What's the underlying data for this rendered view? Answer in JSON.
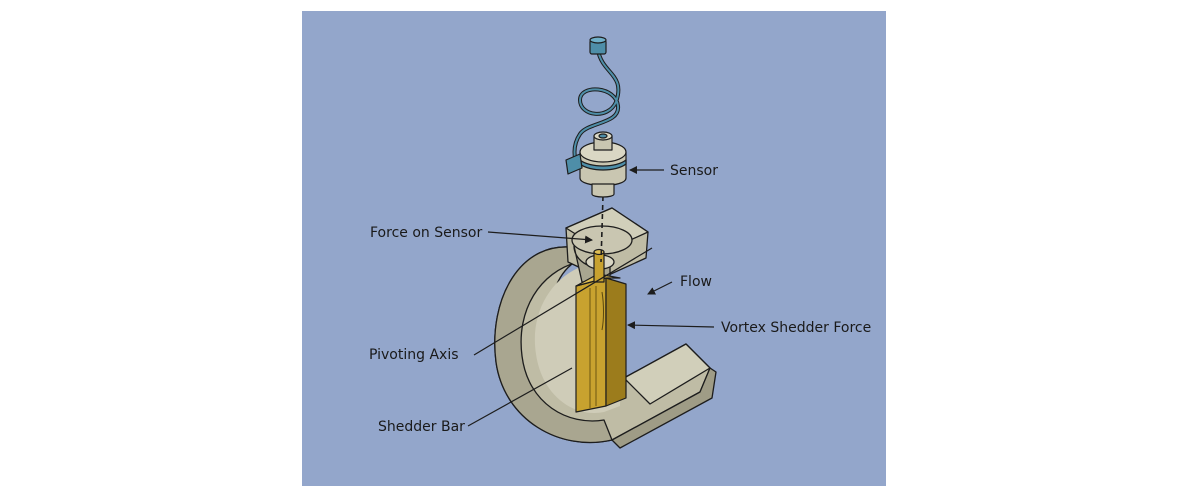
{
  "diagram": {
    "colors": {
      "background": "#93a6cb",
      "body": "#bfbca5",
      "body_dark": "#9f9c86",
      "body_light": "#d1cfba",
      "bar": "#c8a22f",
      "bar_dark": "#9c7c1c",
      "sensor": "#c9c6b1",
      "accent": "#4e8ea8",
      "outline": "#1d1d1d"
    },
    "labels": {
      "sensor": "Sensor",
      "force_on_sensor": "Force on Sensor",
      "flow": "Flow",
      "vortex_shedder_force": "Vortex Shedder Force",
      "pivoting_axis": "Pivoting Axis",
      "shedder_bar": "Shedder Bar"
    }
  }
}
